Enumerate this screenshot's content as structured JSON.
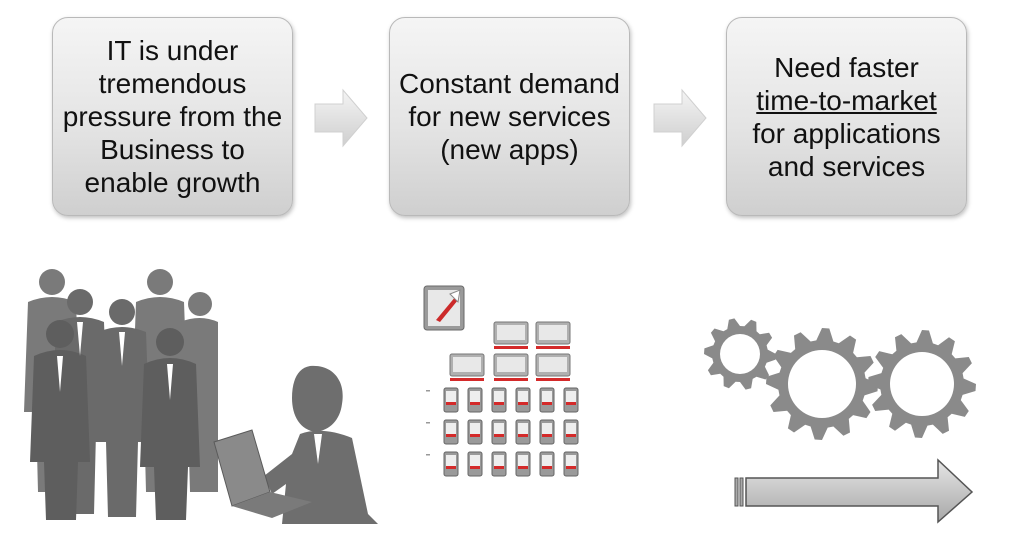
{
  "steps": [
    {
      "text": "IT is under tremendous pressure from the Business to enable growth"
    },
    {
      "text": "Constant demand for new services (new apps)"
    },
    {
      "line1": "Need faster",
      "underlined": "time-to-market",
      "line3": "for applications and services"
    }
  ],
  "icons": {
    "people": "business-people-silhouette-icon",
    "laptop_user": "laptop-user-silhouette-icon",
    "apps": "app-devices-grid-icon",
    "rocket": "rocket-app-icon",
    "gears": "gears-icon",
    "speed_arrow": "speed-arrow-icon"
  },
  "colors": {
    "box_border": "#b9b9b9",
    "silhouette": "#6e6e6e",
    "accent_red": "#d42a2a",
    "gear": "#8a8a8a"
  }
}
